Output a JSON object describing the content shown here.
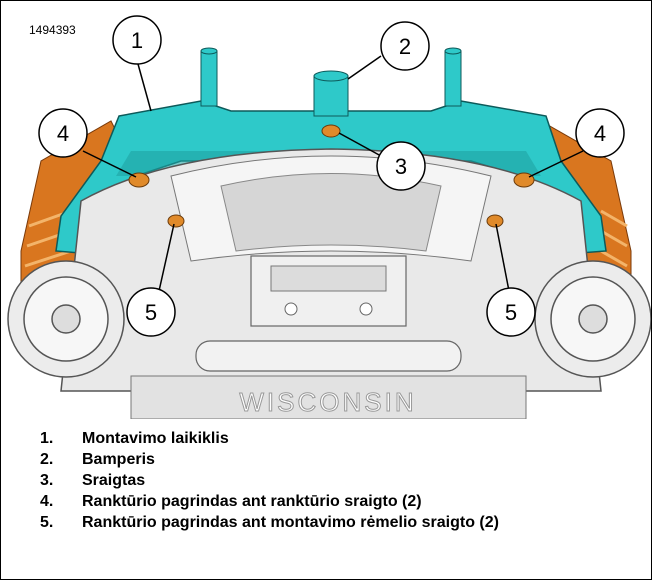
{
  "figure": {
    "id": "1494393",
    "callouts": [
      "1",
      "2",
      "3",
      "4",
      "4",
      "5",
      "5"
    ],
    "plate_text": "WISCONSIN",
    "colors": {
      "bracket": "#2ec9c9",
      "bracket_dark": "#1fa3a3",
      "fairing": "#d9761f",
      "body": "#e9e9e9",
      "screw": "#e08a2a"
    }
  },
  "legend": [
    {
      "num": "1.",
      "text": "Montavimo laikiklis"
    },
    {
      "num": "2.",
      "text": "Bamperis"
    },
    {
      "num": "3.",
      "text": "Sraigtas"
    },
    {
      "num": "4.",
      "text": "Ranktūrio pagrindas ant ranktūrio sraigto (2)"
    },
    {
      "num": "5.",
      "text": "Ranktūrio pagrindas ant montavimo rėmelio sraigto (2)"
    }
  ]
}
